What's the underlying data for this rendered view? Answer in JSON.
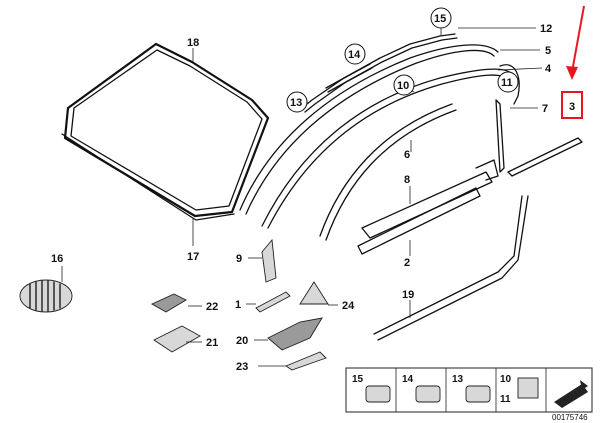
{
  "diagram_number": "00175746",
  "accent_color": "#e8171f",
  "labels": {
    "l1": "1",
    "l2": "2",
    "l3": "3",
    "l4": "4",
    "l5": "5",
    "l6": "6",
    "l7": "7",
    "l8": "8",
    "l9": "9",
    "l10": "10",
    "l11": "11",
    "l12": "12",
    "l13": "13",
    "l14": "14",
    "l15": "15",
    "l16": "16",
    "l17": "17",
    "l18": "18",
    "l19": "19",
    "l20": "20",
    "l21": "21",
    "l22": "22",
    "l23": "23",
    "l24": "24"
  },
  "legend": {
    "c15": "15",
    "c14": "14",
    "c13": "13",
    "c10": "10",
    "c11": "11"
  },
  "highlighted_part": "3"
}
